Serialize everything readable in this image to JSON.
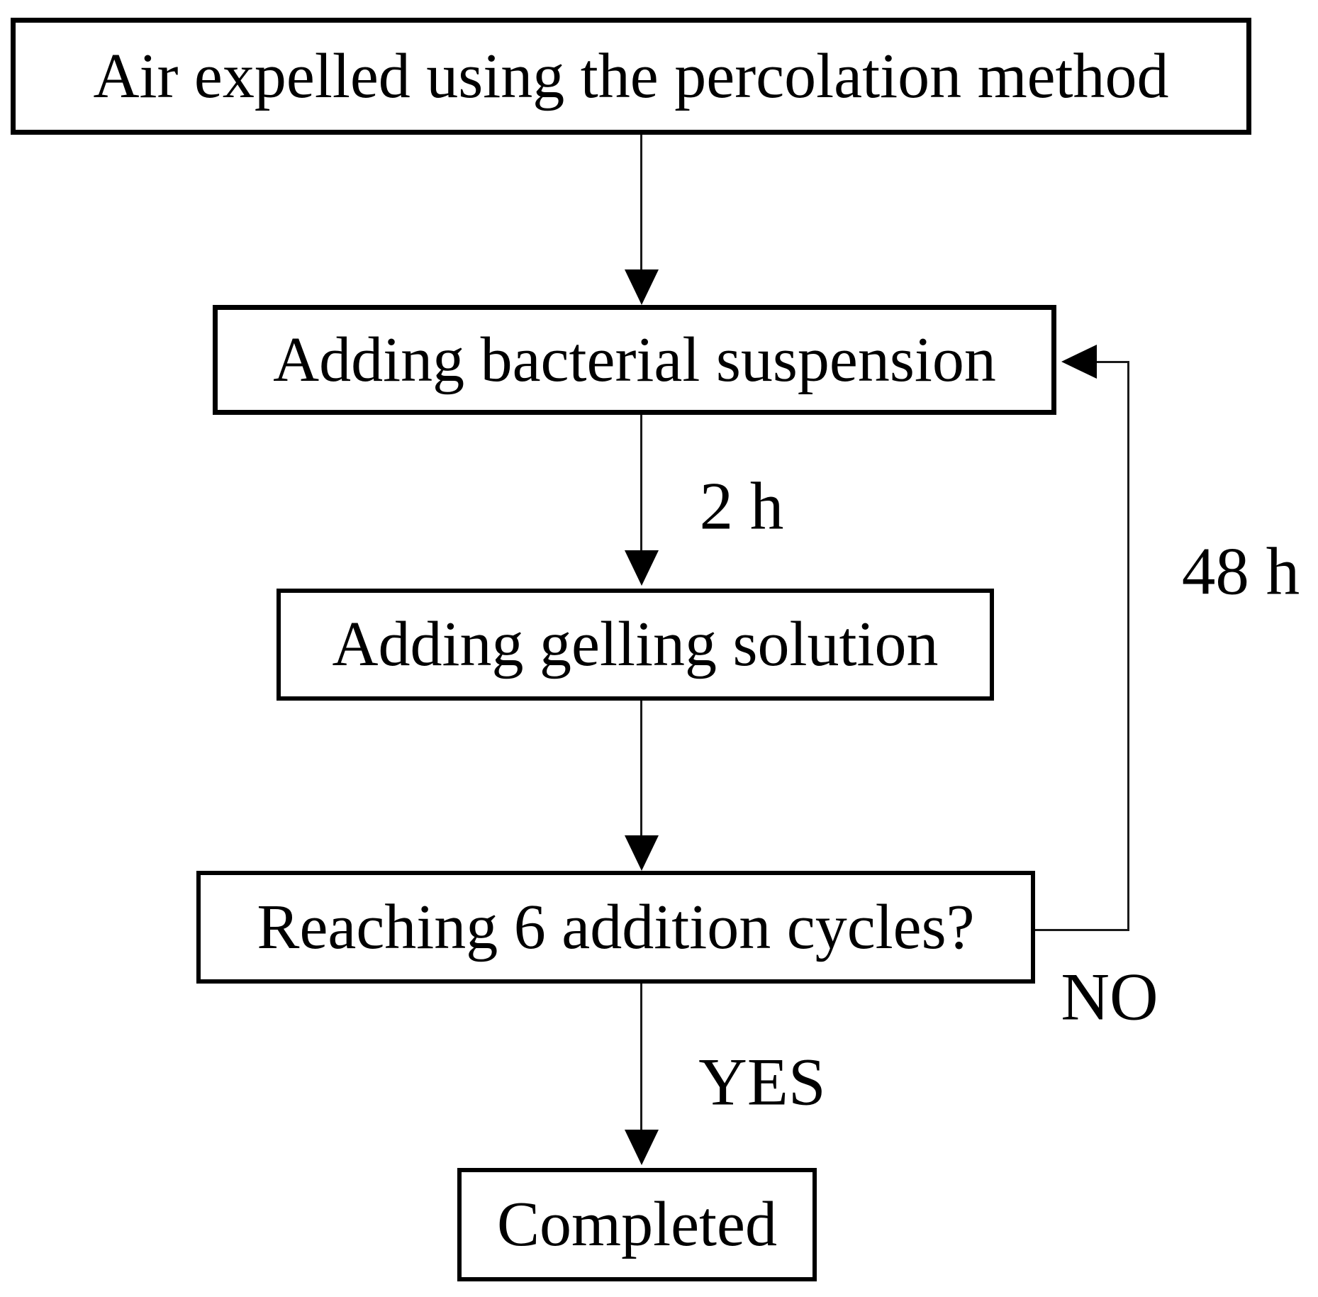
{
  "figure": {
    "type": "flowchart",
    "background_color": "#ffffff",
    "ink_color": "#000000",
    "nodes": [
      {
        "id": "start",
        "type": "process",
        "label": "Air expelled using the percolation method"
      },
      {
        "id": "bacterial",
        "type": "process",
        "label": "Adding bacterial suspension"
      },
      {
        "id": "gelling",
        "type": "process",
        "label": "Adding gelling solution"
      },
      {
        "id": "decision",
        "type": "decision",
        "label": "Reaching 6 addition cycles?"
      },
      {
        "id": "completed",
        "type": "terminal",
        "label": "Completed"
      }
    ],
    "edges": [
      {
        "from": "start",
        "to": "bacterial",
        "label": ""
      },
      {
        "from": "bacterial",
        "to": "gelling",
        "label": "2 h"
      },
      {
        "from": "gelling",
        "to": "decision",
        "label": ""
      },
      {
        "from": "decision",
        "to": "completed",
        "label": "YES"
      },
      {
        "from": "decision",
        "to": "bacterial",
        "label": "NO",
        "duration_label": "48 h",
        "style": "feedback-loop"
      }
    ],
    "edge_labels": {
      "two_hours": "2 h",
      "forty_eight_hours": "48 h",
      "no": "NO",
      "yes": "YES"
    }
  }
}
